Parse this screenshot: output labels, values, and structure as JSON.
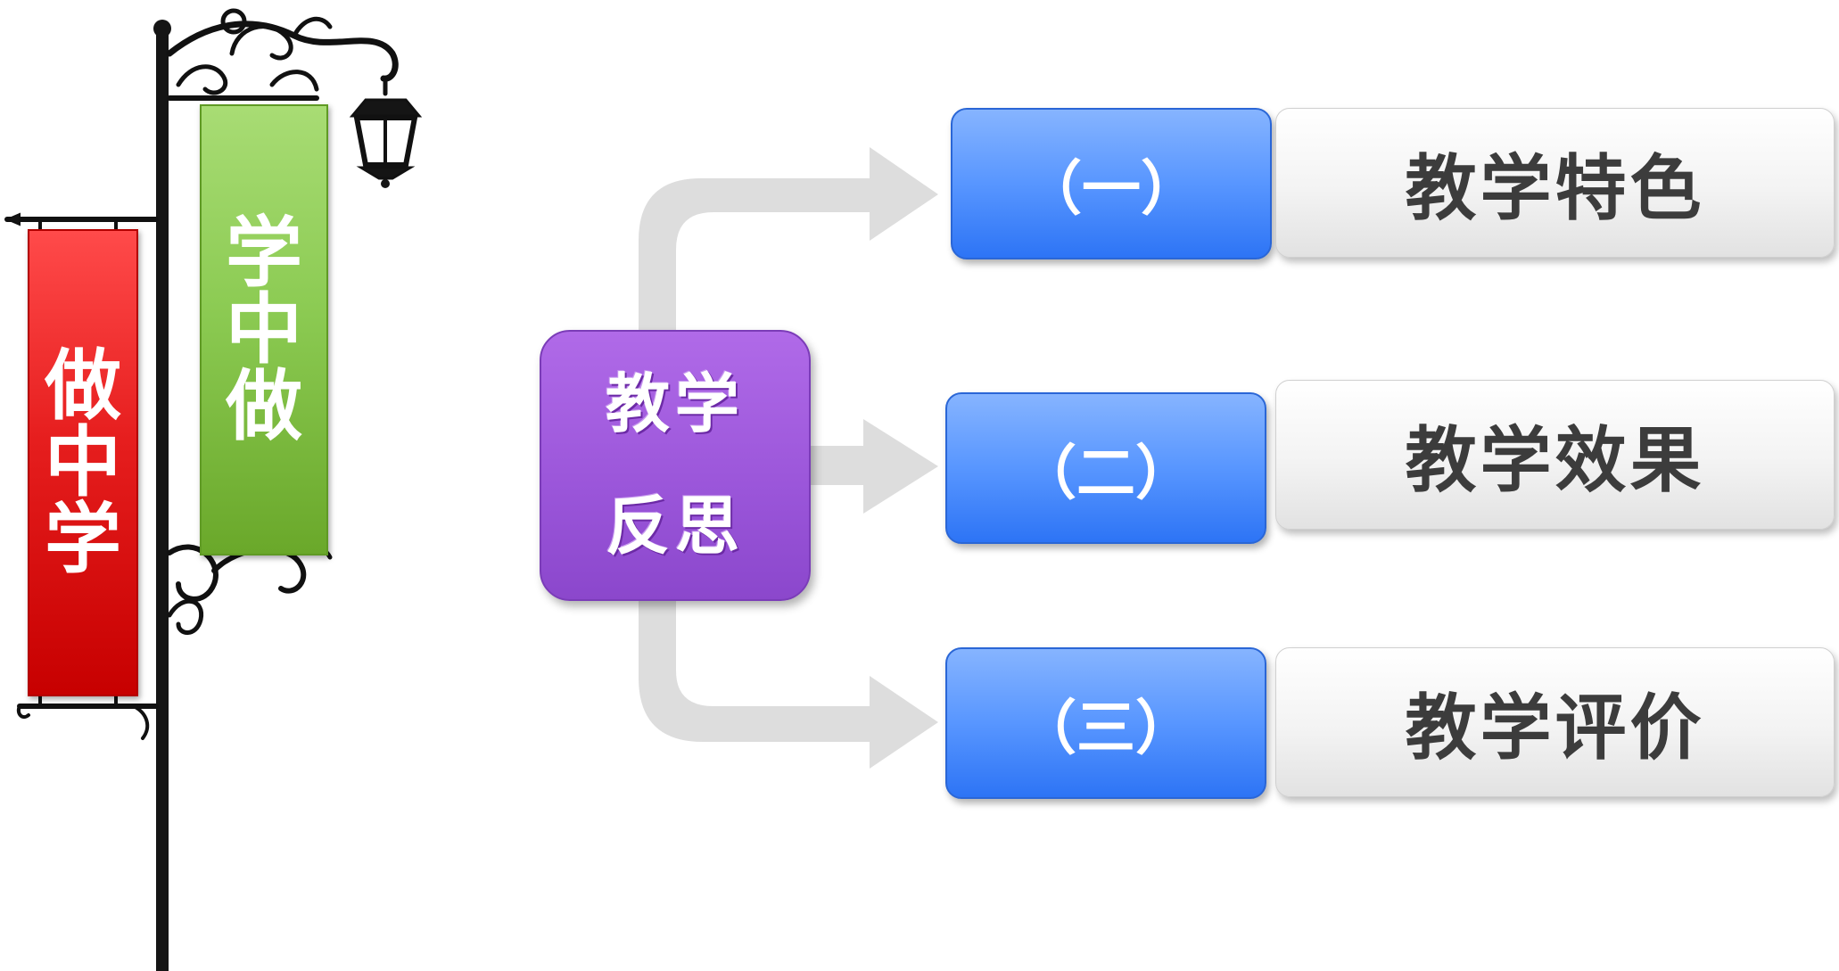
{
  "banners": {
    "left": [
      "做",
      "中",
      "学"
    ],
    "right": [
      "学",
      "中",
      "做"
    ]
  },
  "center": {
    "line1": "教学",
    "line2": "反思"
  },
  "items": [
    {
      "number": "（一）",
      "label": "教学特色"
    },
    {
      "number": "（二）",
      "label": "教学效果"
    },
    {
      "number": "（三）",
      "label": "教学评价"
    }
  ],
  "colors": {
    "red_banner": "#e61e1e",
    "green_banner": "#8ccb53",
    "purple_box": "#9a55d9",
    "blue_tab": "#4a8cff",
    "arrow_gray": "#dcdcdc"
  }
}
